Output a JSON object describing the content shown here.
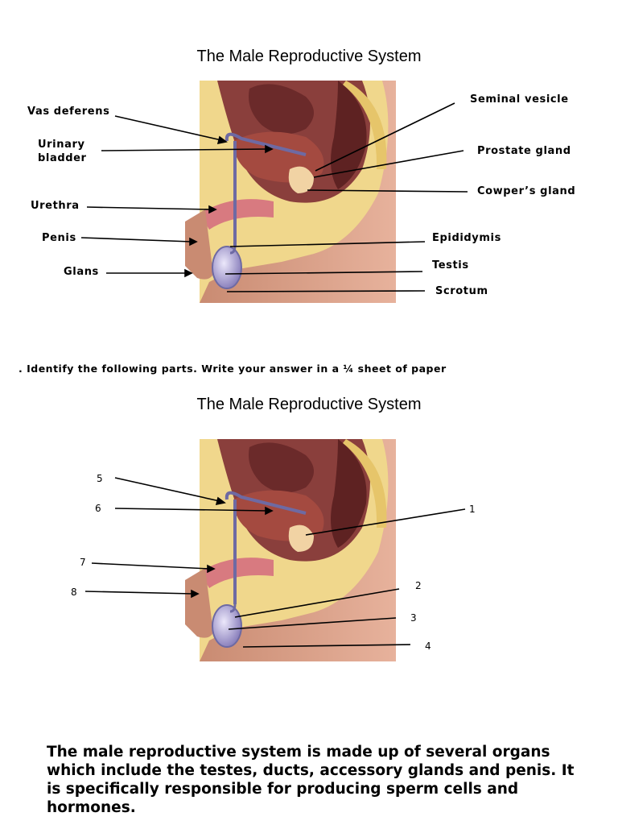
{
  "title_top": "The Male Reproductive System",
  "title_bottom": "The Male Reproductive System",
  "labels": {
    "vas_deferens": "Vas deferens",
    "urinary_bladder_1": "Urinary",
    "urinary_bladder_2": "bladder",
    "urethra": "Urethra",
    "penis": "Penis",
    "glans": "Glans",
    "seminal_vesicle": "Seminal vesicle",
    "prostate_gland": "Prostate gland",
    "cowpers_gland": "Cowper’s  gland",
    "epididymis": "Epididymis",
    "testis": "Testis",
    "scrotum": "Scrotum"
  },
  "instruction": ". Identify the following parts. Write your answer in a ¼ sheet of paper",
  "numbers": [
    "1",
    "2",
    "3",
    "4",
    "5",
    "6",
    "7",
    "8"
  ],
  "summary": "The male reproductive system is made up of several organs which include the testes, ducts, accessory glands and penis. It is specifically responsible for producing sperm cells and hormones.",
  "colors": {
    "skin": "#d89a84",
    "fat": "#f0d78c",
    "organ": "#8a3f3c",
    "testis": "#b8b0d8",
    "duct": "#6e6aa3"
  }
}
